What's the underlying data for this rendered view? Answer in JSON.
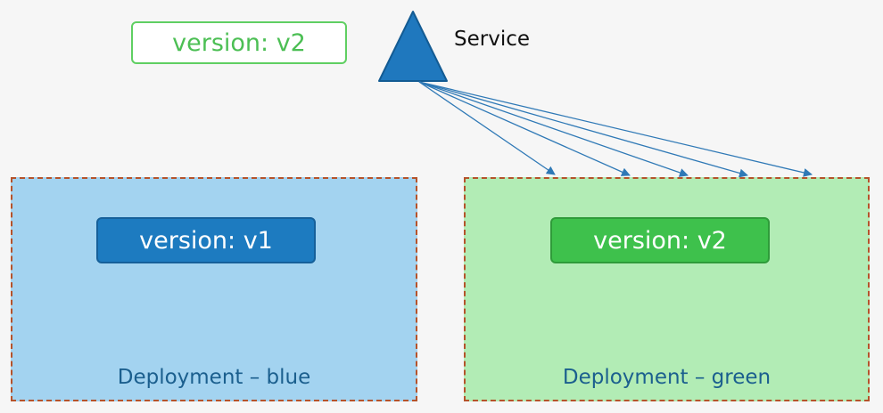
{
  "service": {
    "label": "Service",
    "selector": "version: v2"
  },
  "deployments": [
    {
      "pod_label": "version: v1",
      "caption": "Deployment – blue",
      "color": "#a3d3f0"
    },
    {
      "pod_label": "version: v2",
      "caption": "Deployment – green",
      "color": "#b2ecb5"
    }
  ],
  "colors": {
    "service_triangle": "#1f78be",
    "arrow": "#2f79b6",
    "deployment_border": "#b5532b",
    "selector_border": "#5fcf62"
  }
}
